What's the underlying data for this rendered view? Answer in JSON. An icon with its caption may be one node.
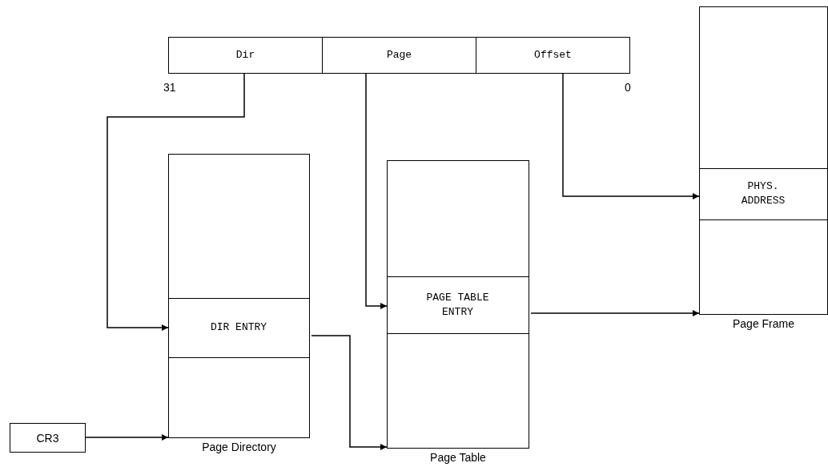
{
  "diagram": {
    "nodes": [
      {
        "text": [
          "Dir"
        ]
      },
      {
        "text": [
          "Page"
        ]
      },
      {
        "text": [
          "Offset"
        ]
      },
      {
        "text": [
          "Page Directory"
        ]
      },
      {
        "text": [
          "DIR ENTRY"
        ],
        "in": 3
      },
      {
        "text": [
          "Page Table"
        ]
      },
      {
        "text": [
          "PAGE TABLE ENTRY"
        ],
        "in": 5
      },
      {
        "text": [
          "Page Frame"
        ]
      },
      {
        "text": [
          "PHYS. ADDRESS"
        ],
        "in": 7
      },
      {
        "text": [
          "CR3"
        ]
      }
    ],
    "edges": [
      {
        "from": 0,
        "to": 4,
        "arrow": "to"
      },
      {
        "from": 1,
        "to": 6,
        "arrow": "to"
      },
      {
        "from": 2,
        "to": 8,
        "arrow": "to"
      },
      {
        "from": 9,
        "to": 3,
        "arrow": "to"
      },
      {
        "from": 4,
        "to": 5,
        "arrow": "to"
      },
      {
        "from": 6,
        "to": 7,
        "arrow": "to"
      }
    ],
    "labels": [
      "31",
      "0"
    ]
  }
}
